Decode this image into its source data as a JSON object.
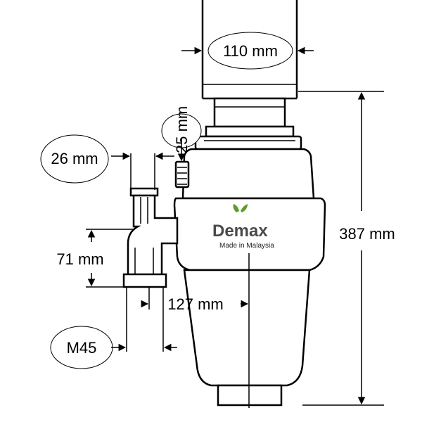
{
  "product": {
    "brand": "Demax",
    "tagline": "Made in Malaysia"
  },
  "dimensions": {
    "inlet_width": "110 mm",
    "collar": "25 mm",
    "outlet_offset": "26 mm",
    "outlet_drop": "71 mm",
    "outlet_to_center": "127 mm",
    "thread": "M45",
    "overall_height": "387 mm"
  },
  "colors": {
    "line": "#000000",
    "leaf": "#5e9b2a",
    "brand": "#4a4a4a"
  }
}
